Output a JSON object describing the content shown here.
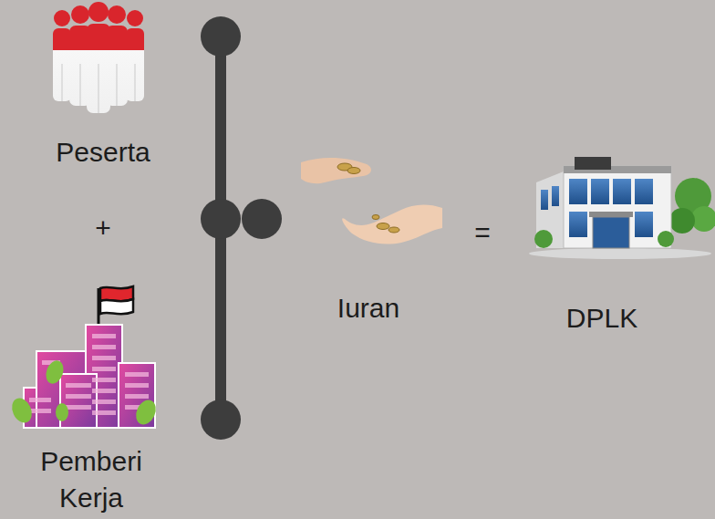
{
  "diagram": {
    "labels": [
      "Peserta",
      "+",
      "Pemberi Kerja",
      "Iuran",
      "=",
      "DPLK"
    ]
  }
}
